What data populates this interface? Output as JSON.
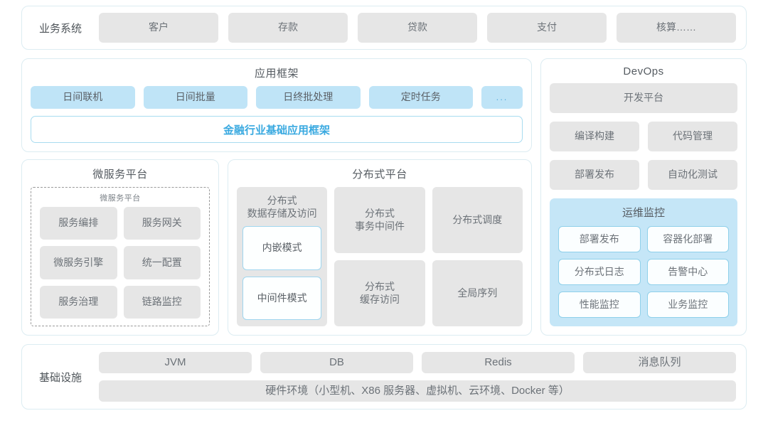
{
  "business_systems": {
    "label": "业务系统",
    "items": [
      "客户",
      "存款",
      "贷款",
      "支付",
      "核算……"
    ]
  },
  "app_framework": {
    "title": "应用框架",
    "chips": [
      "日间联机",
      "日间批量",
      "日终批处理",
      "定时任务"
    ],
    "more": "...",
    "foundation_bar": "金融行业基础应用框架"
  },
  "microservice_platform": {
    "title": "微服务平台",
    "inner_title": "微服务平台",
    "items": [
      "服务编排",
      "服务网关",
      "微服务引擎",
      "统一配置",
      "服务治理",
      "链路监控"
    ]
  },
  "distributed_platform": {
    "title": "分布式平台",
    "storage": {
      "label": "分布式\n数据存储及访问",
      "label_line1": "分布式",
      "label_line2": "数据存储及访问",
      "modes": [
        "内嵌模式",
        "中间件模式"
      ]
    },
    "column2": [
      {
        "line1": "分布式",
        "line2": "事务中间件"
      },
      {
        "line1": "分布式",
        "line2": "缓存访问"
      }
    ],
    "column3": [
      "分布式调度",
      "全局序列"
    ]
  },
  "devops": {
    "title": "DevOps",
    "platform": "开发平台",
    "pairs": [
      [
        "编译构建",
        "代码管理"
      ],
      [
        "部署发布",
        "自动化测试"
      ]
    ],
    "ops_monitor": {
      "title": "运维监控",
      "items": [
        "部署发布",
        "容器化部署",
        "分布式日志",
        "告警中心",
        "性能监控",
        "业务监控"
      ]
    }
  },
  "infrastructure": {
    "label": "基础设施",
    "items": [
      "JVM",
      "DB",
      "Redis",
      "消息队列"
    ],
    "hardware": "硬件环境（小型机、X86 服务器、虚拟机、云环境、Docker 等）"
  },
  "colors": {
    "accent_blue": "#39a9e0",
    "chip_blue": "#bfe4f7",
    "chip_gray": "#e6e6e6",
    "panel_border": "#dcecf2",
    "ops_bg": "#c5e6f7"
  }
}
